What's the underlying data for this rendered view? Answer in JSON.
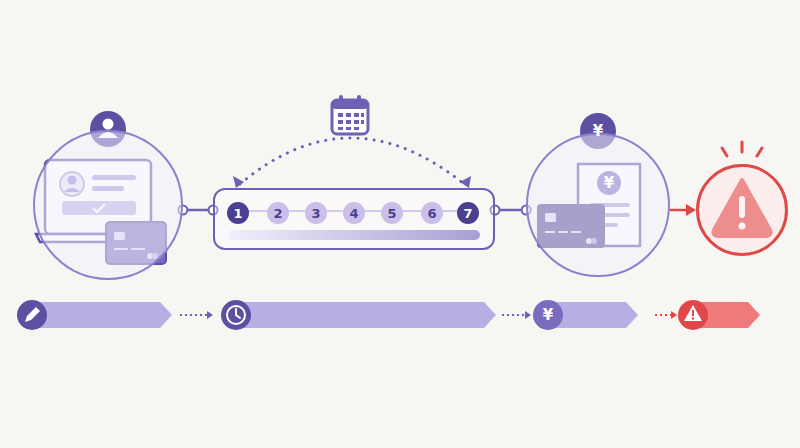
{
  "diagram": {
    "nodes": [
      {
        "text": []
      },
      {
        "text": []
      },
      {
        "text": [
          "1"
        ],
        "in": 1
      },
      {
        "text": [
          "2"
        ],
        "in": 1
      },
      {
        "text": [
          "3"
        ],
        "in": 1
      },
      {
        "text": [
          "4"
        ],
        "in": 1
      },
      {
        "text": [
          "5"
        ],
        "in": 1
      },
      {
        "text": [
          "6"
        ],
        "in": 1
      },
      {
        "text": [
          "7"
        ],
        "in": 1
      },
      {
        "text": []
      },
      {
        "text": []
      }
    ],
    "edges": [
      {
        "from": 0,
        "to": 1,
        "arrow": "none"
      },
      {
        "from": 1,
        "to": 9,
        "arrow": "none"
      },
      {
        "from": 9,
        "to": 10,
        "arrow": "to"
      }
    ],
    "labels": [
      "¥",
      "¥",
      "¥"
    ]
  }
}
